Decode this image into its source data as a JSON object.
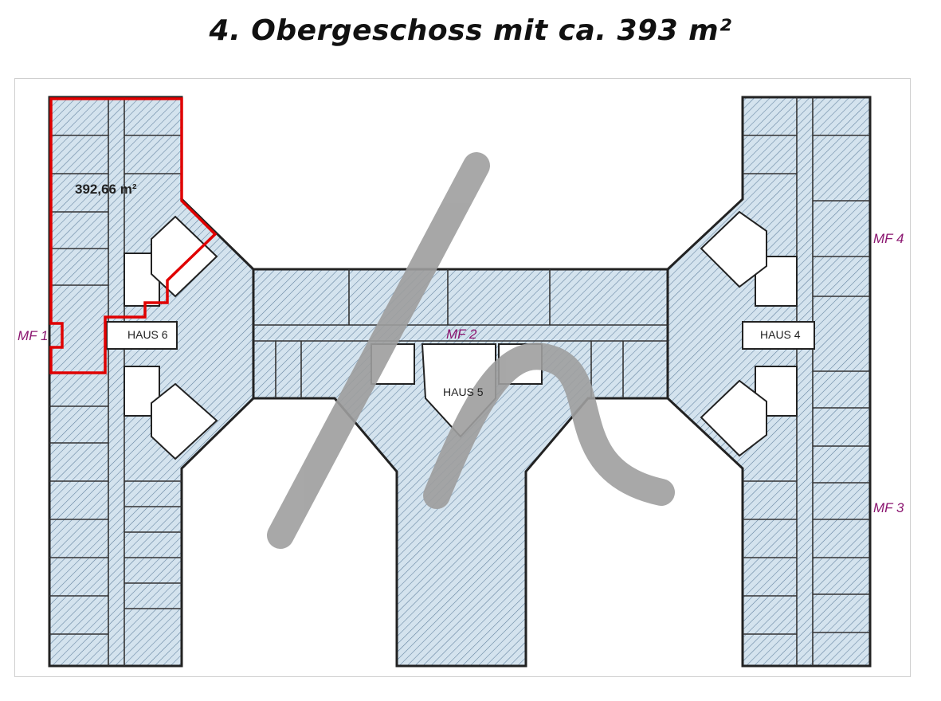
{
  "title": "4. Obergeschoss mit ca. 393 m²",
  "area_label": "392,66 m²",
  "houses": {
    "h6": "HAUS 6",
    "h5": "HAUS 5",
    "h4": "HAUS 4"
  },
  "units": {
    "mf1": "MF 1",
    "mf2": "MF 2",
    "mf3": "MF 3",
    "mf4": "MF 4"
  },
  "colors": {
    "fill": "#d4e3ee",
    "hatch": "#5f7f9c",
    "wall": "#222222",
    "highlight": "#e00000",
    "unit_label": "#8b1670",
    "watermark": "#9e9e9e",
    "core": "#ffffff"
  }
}
